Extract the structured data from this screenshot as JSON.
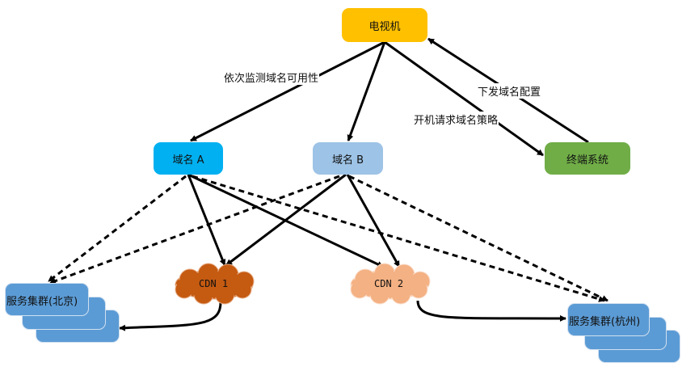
{
  "nodes": {
    "tv": {
      "label": "电视机",
      "color": "#ffc000"
    },
    "domain_a": {
      "label": "域名 A",
      "color": "#00b0f0"
    },
    "domain_b": {
      "label": "域名 B",
      "color": "#9dc3e6"
    },
    "terminal_system": {
      "label": "终端系统",
      "color": "#70ad47"
    },
    "cdn1": {
      "label": "CDN 1",
      "color": "#c55a11"
    },
    "cdn2": {
      "label": "CDN 2",
      "color": "#f4b183"
    },
    "cluster_beijing": {
      "label": "服务集群(北京)",
      "color": "#5b9bd5"
    },
    "cluster_hangzhou": {
      "label": "服务集群(杭州)",
      "color": "#5b9bd5"
    }
  },
  "edge_labels": {
    "monitor": "依次监测域名可用性",
    "boot_request": "开机请求域名策略",
    "dispatch_config": "下发域名配置"
  },
  "edges": [
    {
      "from": "tv",
      "to": "domain_a",
      "style": "solid"
    },
    {
      "from": "tv",
      "to": "domain_b",
      "style": "solid"
    },
    {
      "from": "tv",
      "to": "terminal_system",
      "style": "solid",
      "label": "开机请求域名策略"
    },
    {
      "from": "terminal_system",
      "to": "tv",
      "style": "solid",
      "label": "下发域名配置"
    },
    {
      "from": "domain_a",
      "to": "cdn1",
      "style": "solid"
    },
    {
      "from": "domain_a",
      "to": "cdn2",
      "style": "solid"
    },
    {
      "from": "domain_b",
      "to": "cdn1",
      "style": "solid"
    },
    {
      "from": "domain_b",
      "to": "cdn2",
      "style": "solid"
    },
    {
      "from": "domain_a",
      "to": "cluster_beijing",
      "style": "dashed"
    },
    {
      "from": "domain_a",
      "to": "cluster_hangzhou",
      "style": "dashed"
    },
    {
      "from": "domain_b",
      "to": "cluster_beijing",
      "style": "dashed"
    },
    {
      "from": "domain_b",
      "to": "cluster_hangzhou",
      "style": "dashed"
    },
    {
      "from": "cdn1",
      "to": "cluster_beijing",
      "style": "solid"
    },
    {
      "from": "cdn2",
      "to": "cluster_hangzhou",
      "style": "solid"
    }
  ]
}
